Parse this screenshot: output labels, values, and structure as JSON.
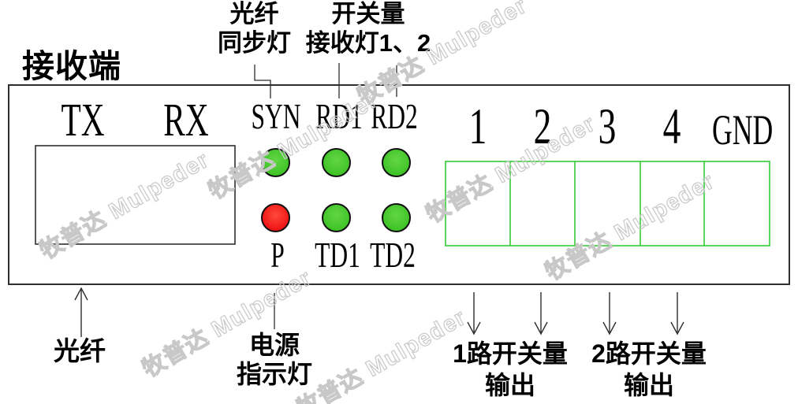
{
  "title": "接收端",
  "watermark": {
    "text": "牧普达 Mulpeder"
  },
  "annotations": {
    "fiber_sync": {
      "line1": "光纤",
      "line2": "同步灯"
    },
    "switch_recv": {
      "line1": "开关量",
      "line2": "接收灯1、2"
    },
    "fiber_bottom": "光纤",
    "power": {
      "line1": "电源",
      "line2": "指示灯"
    },
    "out1": {
      "line1": "1路开关量",
      "line2": "输出"
    },
    "out2": {
      "line1": "2路开关量",
      "line2": "输出"
    }
  },
  "panel": {
    "tx": "TX",
    "rx": "RX",
    "led_labels_top": [
      "SYN",
      "RD1",
      "RD2"
    ],
    "led_labels_bottom": [
      "P",
      "TD1",
      "TD2"
    ],
    "terminal_labels": [
      "1",
      "2",
      "3",
      "4",
      "GND"
    ]
  },
  "leds": [
    {
      "id": "syn",
      "label": "SYN",
      "color": "green"
    },
    {
      "id": "rd1",
      "label": "RD1",
      "color": "green"
    },
    {
      "id": "rd2",
      "label": "RD2",
      "color": "green"
    },
    {
      "id": "p",
      "label": "P",
      "color": "red"
    },
    {
      "id": "td1",
      "label": "TD1",
      "color": "green"
    },
    {
      "id": "td2",
      "label": "TD2",
      "color": "green"
    }
  ],
  "colors": {
    "led_green": "#3ec326",
    "led_red": "#ee1313",
    "terminal_border": "#33cc33",
    "line": "#2e2e2e",
    "watermark": "#c8c8c8"
  }
}
